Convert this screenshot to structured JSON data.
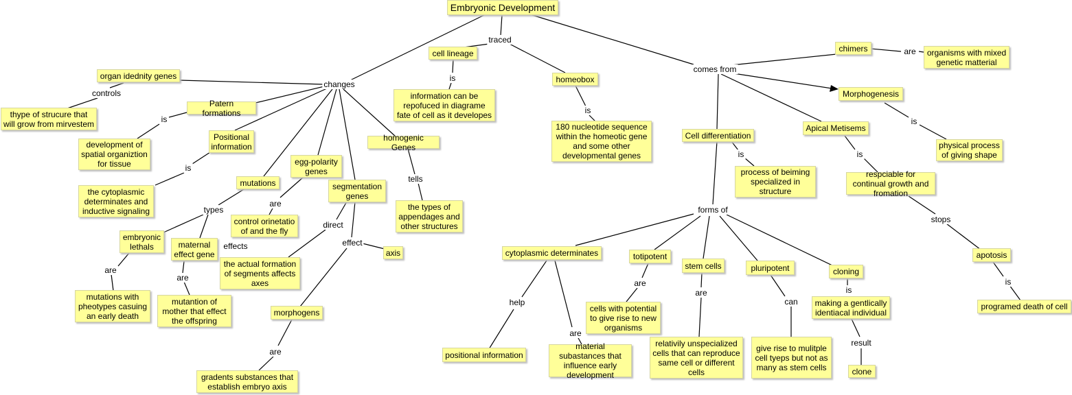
{
  "concepts": {
    "embryonic_development": "Embryonic Development",
    "cell_lineage": "cell lineage",
    "homeobox": "homeobox",
    "chimers": "chimers",
    "organisms_mixed": "organisms with mixed genetic matterial",
    "organ_identity_genes": "organ idednity genes",
    "morphogenesis": "Morphogenesis",
    "information_repofuced": "information can be repofuced in diagrame fate of cell as it developes",
    "thype_of_strucure": "thype of strucure that will grow from mirvestem",
    "patern_formations": "Patern formations",
    "nucleotide_sequence": "180 nucleotide sequence within the homeotic gene and some other developmental genes",
    "cell_differentiation": "Cell differentiation",
    "apical_metisems": "Apical Metisems",
    "positional_information": "Positional information",
    "development_spatial": "development of spatial organiztion for tissue",
    "homogenic_genes": "homogenic Genes",
    "physical_process": "physical process of giving shape",
    "egg_polarity_genes": "egg-polarity genes",
    "process_beiming": "process of beiming specialized in structure",
    "respciable": "respciable for continual growth and fromation",
    "mutations": "mutations",
    "segmentation_genes": "segmentation genes",
    "cytoplasmic_inductive": "the cytoplasmic determinates and inductive signaling",
    "types_of_appendages": "the types of appendages and other structures",
    "control_orinetatio": "control orinetatio of and the fly",
    "embryonic_lethals": "embryonic lethals",
    "maternal_effect_gene": "maternal effect gene",
    "actual_formation": "the actual formation of segments affects axes",
    "axis": "axis",
    "cytoplasmic_determinates": "cytoplasmic determinates",
    "totipotent": "totipotent",
    "stem_cells": "stem cells",
    "pluripotent": "pluripotent",
    "cloning": "cloning",
    "apotosis": "apotosis",
    "mutations_pheotypes": "mutations with pheotypes casuing an early death",
    "mutantion_of_mother": "mutantion of mother that effect the offspring",
    "programed_death": "programed death of cell",
    "morphogens": "morphogens",
    "cells_with_potential": "cells with potential to give rise to new organisms",
    "making_gentlically": "making a gentlically identiacal individual",
    "positional_info_lower": "positional information",
    "material_subastances": "material subastances that influence early development",
    "relativily_unspecialized": "relativily unspecialized cells that can reproduce same cell or different cells",
    "give_rise": "give rise to mulitple cell tyeps but not as many as stem cells",
    "clone": "clone",
    "gradents": "gradents substances that establish embryo axis"
  },
  "links": {
    "traced": "traced",
    "changes": "changes",
    "comes_from": "comes from",
    "are_chimers": "are",
    "is_cell_lineage": "is",
    "controls": "controls",
    "is_homeobox": "is",
    "is_patern": "is",
    "is_morphogenesis": "is",
    "is_cell_diff": "is",
    "is_apical": "is",
    "is_positional": "is",
    "tells": "tells",
    "types": "types",
    "are_egg": "are",
    "forms_of": "forms of",
    "direct": "direct",
    "stops": "stops",
    "effects": "effects",
    "effect": "effect",
    "are_lethals": "are",
    "are_maternal": "are",
    "are_totipotent": "are",
    "are_stem": "are",
    "is_cloning": "is",
    "help": "help",
    "can": "can",
    "is_apotosis": "is",
    "are_cytoplasmic": "are",
    "result": "result",
    "are_morphogens": "are"
  },
  "colors": {
    "node_fill": "#ffff99",
    "node_border": "#d6d6a0",
    "line": "#000000"
  }
}
